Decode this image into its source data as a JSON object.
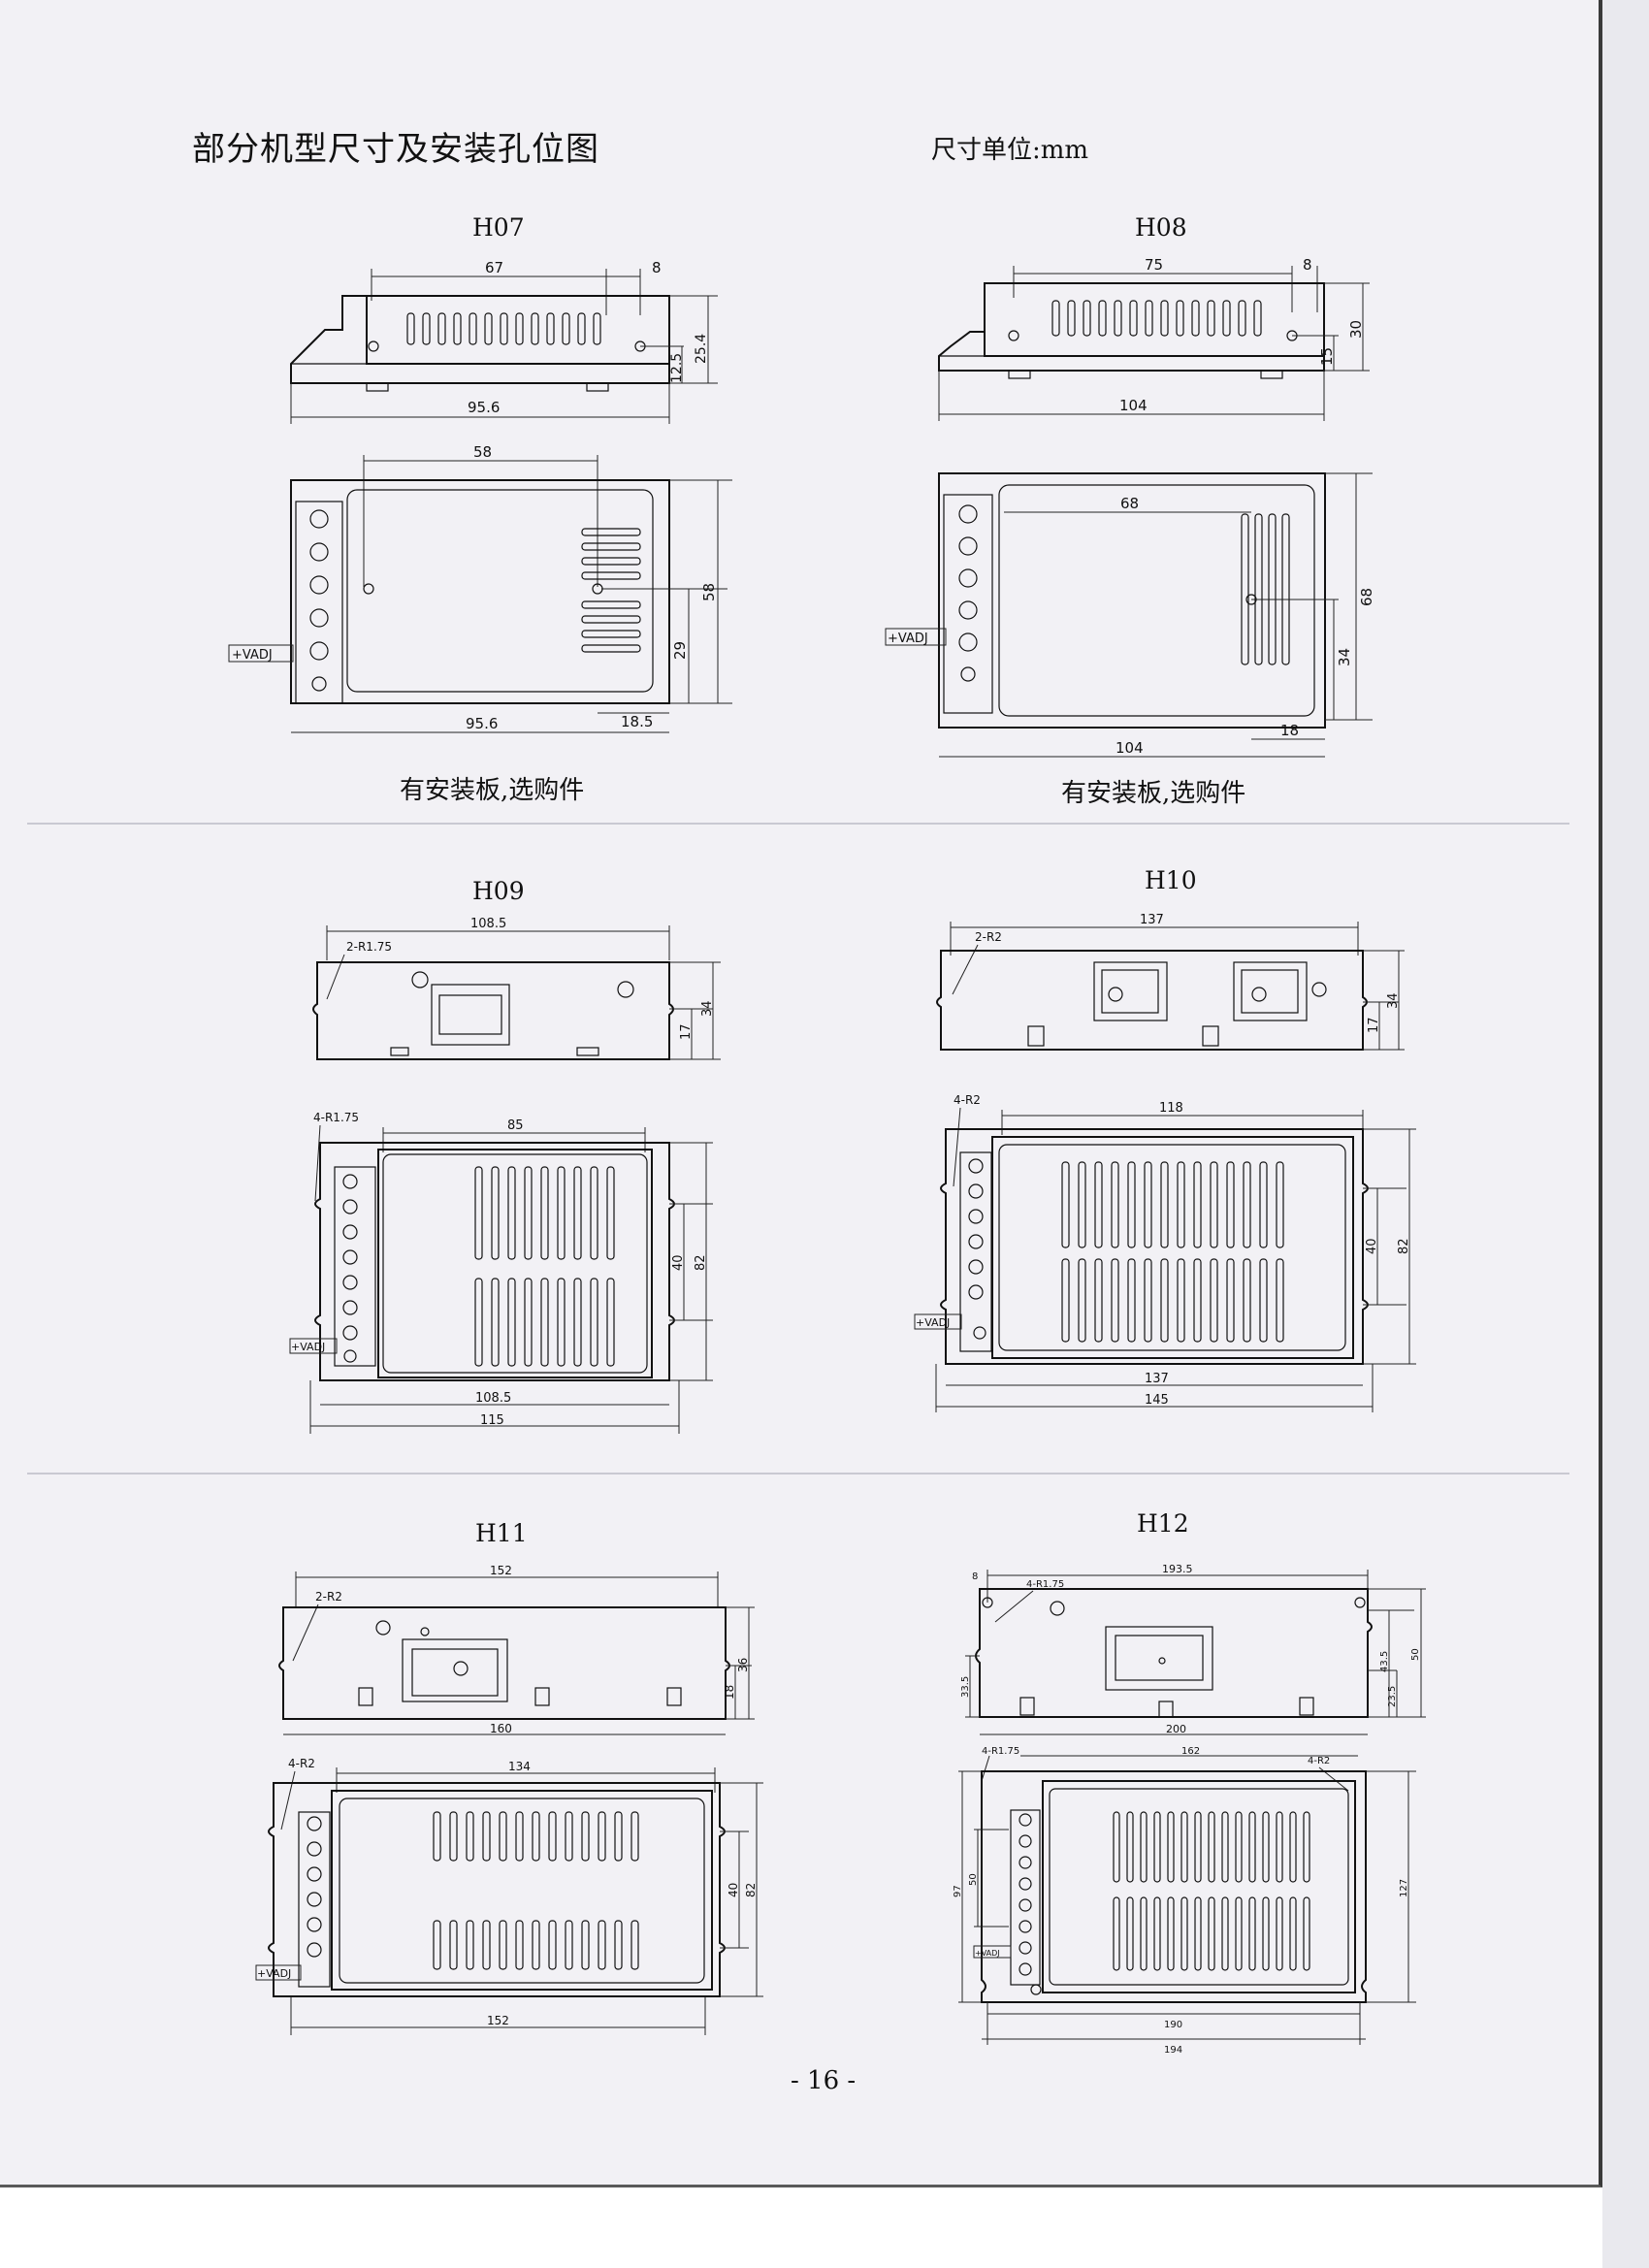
{
  "page": {
    "title": "部分机型尺寸及安装孔位图",
    "unit": "尺寸单位:mm",
    "page_number": "- 16 -"
  },
  "models": [
    {
      "id": "H07",
      "caption": "有安装板,选购件",
      "side": [
        "67",
        "8",
        "12.5",
        "25.4",
        "95.6"
      ],
      "top": [
        "58",
        "58",
        "29",
        "18.5",
        "95.6"
      ]
    },
    {
      "id": "H08",
      "caption": "有安装板,选购件",
      "side": [
        "75",
        "8",
        "15",
        "30",
        "104"
      ],
      "top": [
        "68",
        "68",
        "34",
        "18",
        "104"
      ]
    },
    {
      "id": "H09",
      "side": [
        "108.5",
        "2-R1.75",
        "17",
        "34"
      ],
      "top": [
        "4-R1.75",
        "85",
        "40",
        "82",
        "108.5",
        "115"
      ]
    },
    {
      "id": "H10",
      "side": [
        "137",
        "2-R2",
        "17",
        "34"
      ],
      "top": [
        "4-R2",
        "118",
        "40",
        "82",
        "137",
        "145"
      ]
    },
    {
      "id": "H11",
      "side": [
        "152",
        "2-R2",
        "18",
        "36",
        "160"
      ],
      "top": [
        "4-R2",
        "134",
        "40",
        "82",
        "152"
      ]
    },
    {
      "id": "H12",
      "side": [
        "193.5",
        "4-R1.75",
        "8",
        "33.5",
        "43.5",
        "23.5",
        "50",
        "200"
      ],
      "top": [
        "4-R1.75",
        "4-R2",
        "162",
        "97",
        "50",
        "127",
        "190",
        "194"
      ]
    }
  ],
  "labels": {
    "vadj": "+VADJ"
  }
}
